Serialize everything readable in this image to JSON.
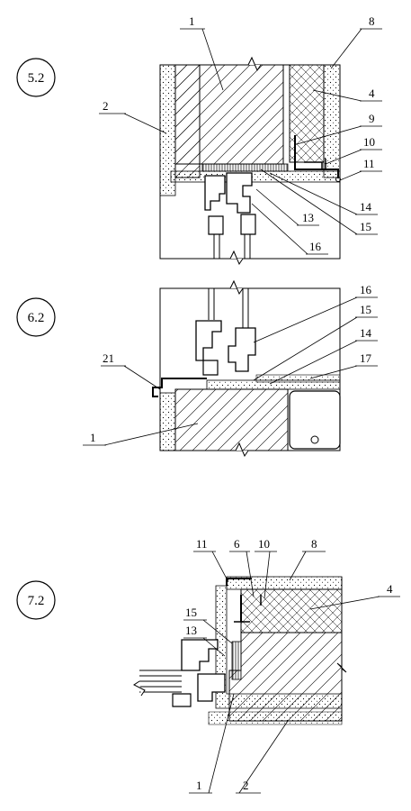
{
  "sections": [
    {
      "id": "5.2",
      "label": "5.2",
      "callouts": [
        "1",
        "8",
        "4",
        "2",
        "9",
        "10",
        "11",
        "14",
        "13",
        "15",
        "16"
      ]
    },
    {
      "id": "6.2",
      "label": "6.2",
      "callouts": [
        "16",
        "15",
        "14",
        "21",
        "17",
        "1"
      ]
    },
    {
      "id": "7.2",
      "label": "7.2",
      "callouts": [
        "11",
        "6",
        "10",
        "8",
        "4",
        "15",
        "13",
        "1",
        "2"
      ]
    }
  ]
}
